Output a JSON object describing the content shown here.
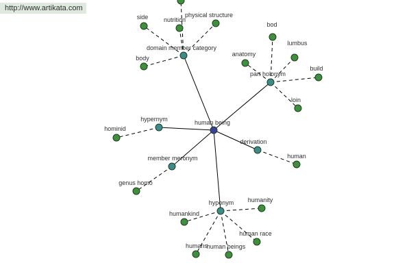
{
  "watermark": "http://www.artikata.com",
  "colors": {
    "center_node": "#3b3f98",
    "relation_node": "#3f8a8a",
    "leaf_node": "#3f8f3f",
    "label_text": "#2f2f2f",
    "edge": "#000000"
  },
  "graph": {
    "center": {
      "id": "human-being",
      "label": "human being"
    },
    "relations": [
      {
        "id": "domain-member-category",
        "label": "domain member category",
        "leaves": [
          "side",
          "nutrition",
          "physical structure",
          "body",
          ""
        ]
      },
      {
        "id": "part-holonym",
        "label": "part holonym",
        "leaves": [
          "bod",
          "lumbus",
          "anatomy",
          "build",
          "loin"
        ]
      },
      {
        "id": "hypernym",
        "label": "hypernym",
        "leaves": [
          "hominid"
        ]
      },
      {
        "id": "member-meronym",
        "label": "member meronym",
        "leaves": [
          "genus homo"
        ]
      },
      {
        "id": "derivation",
        "label": "derivation",
        "leaves": [
          "human"
        ]
      },
      {
        "id": "hyponym",
        "label": "hyponym",
        "leaves": [
          "humanity",
          "humankind",
          "human race",
          "humans",
          "human beings"
        ]
      }
    ]
  }
}
